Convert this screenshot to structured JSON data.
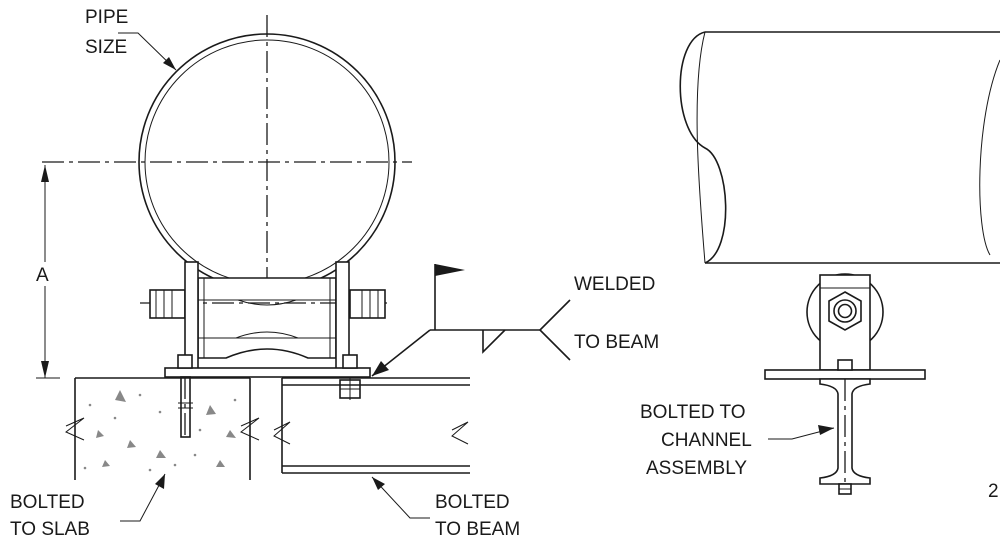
{
  "labels": {
    "pipe_size_1": "PIPE",
    "pipe_size_2": "SIZE",
    "dim_a": "A",
    "welded_1": "WELDED",
    "welded_2": "TO BEAM",
    "slab_1": "BOLTED",
    "slab_2": "TO SLAB",
    "beam_1": "BOLTED",
    "beam_2": "TO BEAM",
    "channel_1": "BOLTED TO",
    "channel_2": "CHANNEL",
    "channel_3": "ASSEMBLY",
    "edge_partial": "2"
  },
  "colors": {
    "line": "#1a1a1a",
    "background": "#ffffff"
  }
}
